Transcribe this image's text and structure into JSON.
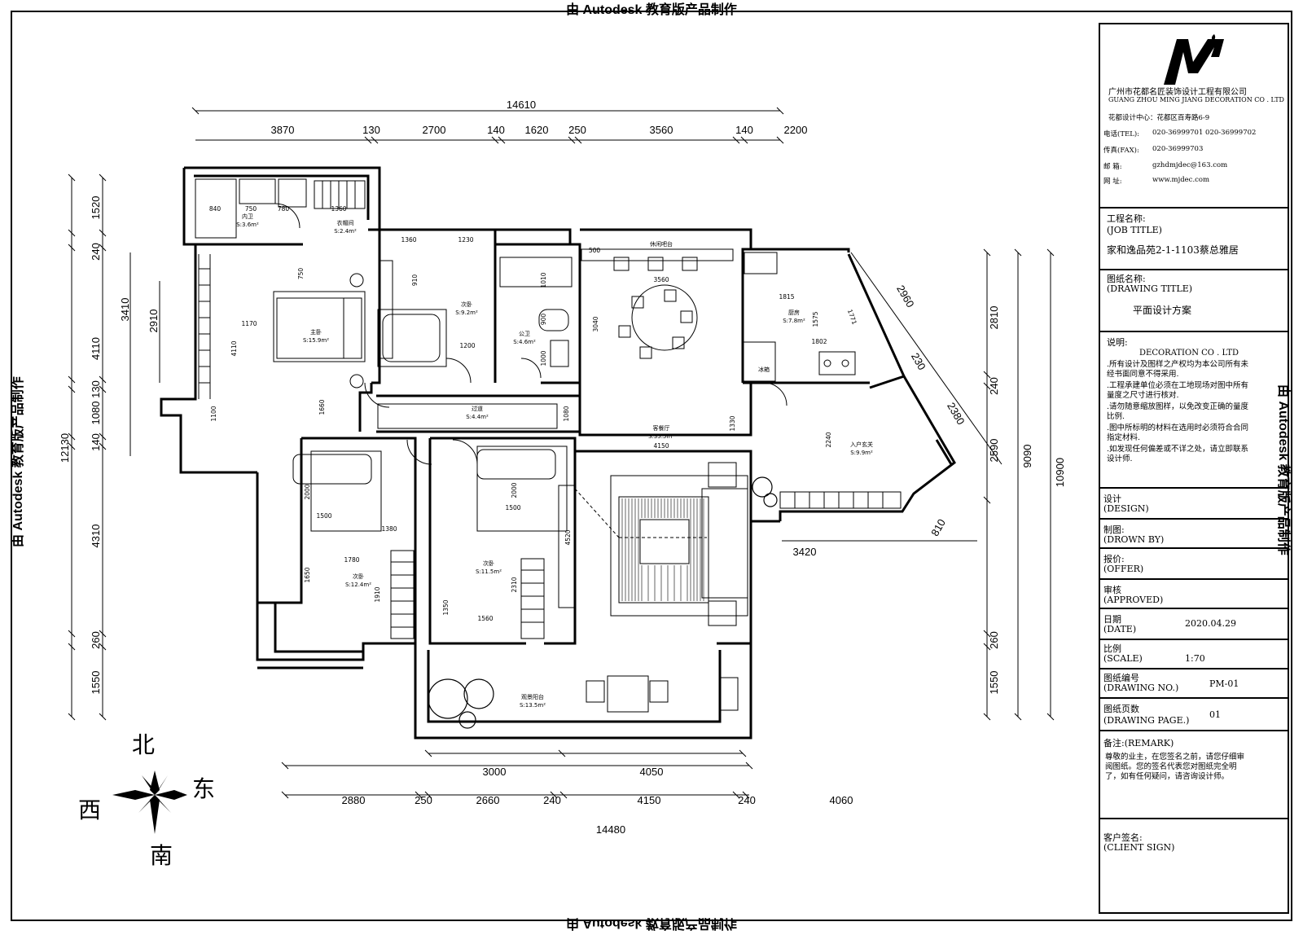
{
  "watermark": "由 Autodesk 教育版产品制作",
  "compass": {
    "north": "北",
    "south": "南",
    "east": "东",
    "west": "西"
  },
  "dimensions": {
    "top_total": "14610",
    "top_segments": [
      "3870",
      "130",
      "2700",
      "140",
      "1620",
      "250",
      "3560",
      "140",
      "2200"
    ],
    "bottom_total": "14480",
    "bottom_upper": [
      "3000",
      "4050"
    ],
    "bottom_lower": [
      "2880",
      "250",
      "2660",
      "240",
      "4150",
      "240",
      "4060"
    ],
    "left_total": "12130",
    "left_outer": [
      "1520",
      "240",
      "4110",
      "130",
      "1080",
      "140",
      "4310",
      "260",
      "1550"
    ],
    "left_inner": [
      "3410",
      "2910"
    ],
    "right_outer": "10900",
    "right_mid": "9090",
    "right_segments": [
      "2810",
      "240",
      "2590",
      "260",
      "1550"
    ],
    "right_diag": [
      "2960",
      "230",
      "2380",
      "810"
    ],
    "right_bottom": "3420"
  },
  "rooms": [
    {
      "name": "内卫",
      "area": "S:3.6m²"
    },
    {
      "name": "衣帽间",
      "area": "S:2.4m²"
    },
    {
      "name": "主卧",
      "area": "S:15.9m²"
    },
    {
      "name": "次卧",
      "area": "S:9.2m²"
    },
    {
      "name": "公卫",
      "area": "S:4.6m²"
    },
    {
      "name": "休闲吧台",
      "area": ""
    },
    {
      "name": "厨房",
      "area": "S:7.8m²"
    },
    {
      "name": "过道",
      "area": "S:4.4m²"
    },
    {
      "name": "客餐厅",
      "area": "S:35.5m²"
    },
    {
      "name": "入户玄关",
      "area": "S:9.9m²"
    },
    {
      "name": "次卧",
      "area": "S:11.5m²"
    },
    {
      "name": "次卧",
      "area": "S:12.4m²"
    },
    {
      "name": "观景阳台",
      "area": "S:13.5m²"
    },
    {
      "name": "冰箱",
      "area": ""
    }
  ],
  "inner_dims": [
    "840",
    "750",
    "780",
    "1360",
    "750",
    "1170",
    "4110",
    "1100",
    "1360",
    "1230",
    "910",
    "1200",
    "1010",
    "900",
    "1000",
    "500",
    "3560",
    "3040",
    "1815",
    "1575",
    "1771",
    "1802",
    "1660",
    "1080",
    "1330",
    "2240",
    "4150",
    "2000",
    "1500",
    "1380",
    "1780",
    "1650",
    "1910",
    "2000",
    "1500",
    "4520",
    "1350",
    "1560",
    "2310"
  ],
  "title_block": {
    "company_cn": "广州市花都名匠装饰设计工程有限公司",
    "company_en": "GUANG ZHOU MING JIANG DECORATION CO . LTD",
    "center": "花都设计中心：花都区百寿路6-9",
    "tel_label": "电话(TEL):",
    "tel": "020-36999701  020-36999702",
    "fax_label": "传真(FAX):",
    "fax": "020-36999703",
    "mail_label": "邮     箱:",
    "mail": "gzhdmjdec@163.com",
    "web_label": "网     址:",
    "web": "www.mjdec.com",
    "job_label_cn": "工程名称:",
    "job_label_en": "(JOB TITLE)",
    "job_value": "家和逸品苑2-1-1103蔡总雅居",
    "drawing_label_cn": "图纸名称:",
    "drawing_label_en": "(DRAWING TITLE)",
    "drawing_value": "平面设计方案",
    "notes_label": "说明:",
    "notes_company": "DECORATION CO . LTD",
    "notes": [
      ".所有设计及图样之产权均为本公司所有未经书面同意不得采用.",
      ".工程承建单位必须在工地现场对图中所有量度之尺寸进行核对.",
      ".请勿随意缩放图样，以免改变正确的量度比例.",
      ".图中所标明的材料在选用时必须符合合同指定材料.",
      ".如发现任何偏差或不详之处，请立即联系设计师."
    ],
    "design_cn": "设计",
    "design_en": "(DESIGN)",
    "drawn_cn": "制图:",
    "drawn_en": "(DROWN BY)",
    "offer_cn": "报价:",
    "offer_en": "(OFFER)",
    "approved_cn": "审核",
    "approved_en": "(APPROVED)",
    "date_cn": "日期",
    "date_en": "(DATE)",
    "date_value": "2020.04.29",
    "scale_cn": "比例",
    "scale_en": "(SCALE)",
    "scale_value": "1:70",
    "drawing_no_cn": "图纸编号",
    "drawing_no_en": "(DRAWING NO.)",
    "drawing_no_value": "PM-01",
    "page_cn": "图纸页数",
    "page_en": "(DRAWING PAGE.)",
    "page_value": "01",
    "remark_label": "备注:(REMARK)",
    "remark": "尊敬的业主，在您签名之前，请您仔细审阅图纸。您的签名代表您对图纸完全明了，如有任何疑问，请咨询设计师。",
    "client_cn": "客户签名:",
    "client_en": "(CLIENT SIGN)"
  }
}
